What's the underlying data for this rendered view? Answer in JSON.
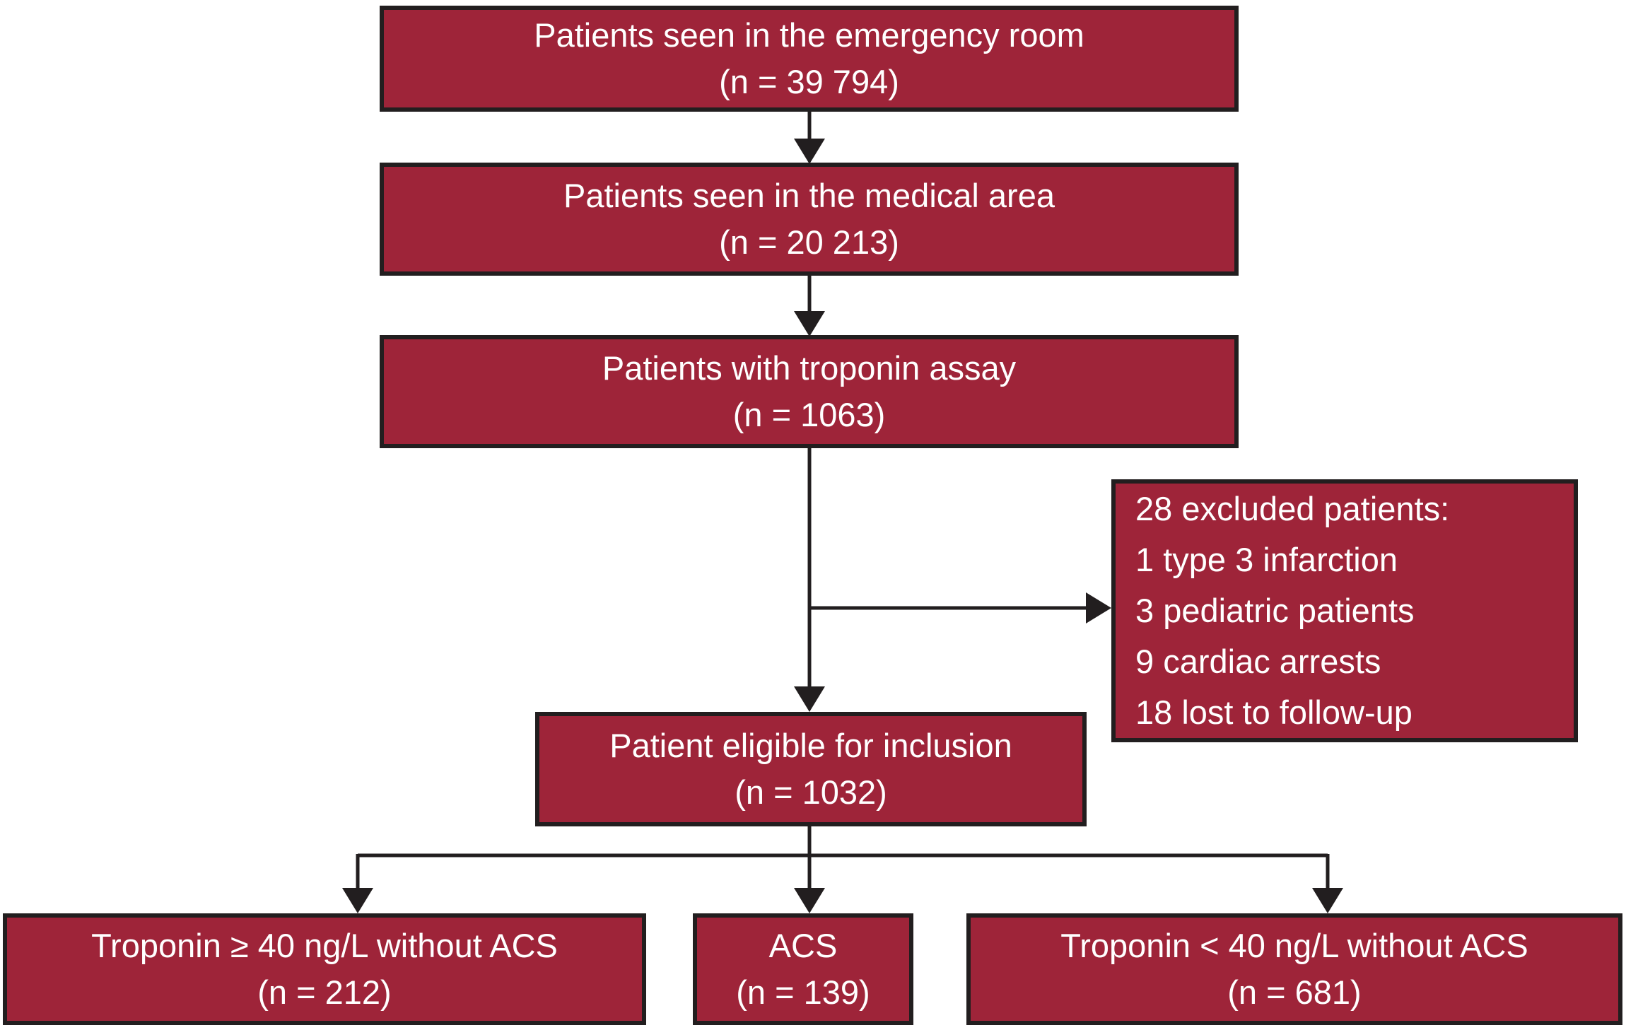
{
  "colors": {
    "box_fill": "#9e2439",
    "box_border": "#221e1f",
    "connector": "#221e1f",
    "text": "#ffffff",
    "background": "#ffffff"
  },
  "flowchart": {
    "boxes": {
      "emergency": {
        "title": "Patients seen in the emergency room",
        "n": "(n = 39 794)"
      },
      "medical": {
        "title": "Patients seen in the medical area",
        "n": "(n = 20 213)"
      },
      "troponin": {
        "title": "Patients with troponin assay",
        "n": "(n = 1063)"
      },
      "excluded": {
        "lines": [
          "28 excluded patients:",
          "1 type 3 infarction",
          "3 pediatric patients",
          "9 cardiac arrests",
          "18 lost to follow-up"
        ]
      },
      "eligible": {
        "title": "Patient eligible for inclusion",
        "n": "(n = 1032)"
      },
      "troponin_high": {
        "title": "Troponin ≥ 40 ng/L without ACS",
        "n": "(n = 212)"
      },
      "acs": {
        "title": "ACS",
        "n": "(n = 139)"
      },
      "troponin_low": {
        "title": "Troponin < 40 ng/L without ACS",
        "n": "(n = 681)"
      }
    },
    "edges": [
      {
        "from": "emergency",
        "to": "medical"
      },
      {
        "from": "medical",
        "to": "troponin"
      },
      {
        "from": "troponin",
        "to": "eligible"
      },
      {
        "from": "troponin",
        "to": "excluded"
      },
      {
        "from": "eligible",
        "to": "troponin_high"
      },
      {
        "from": "eligible",
        "to": "acs"
      },
      {
        "from": "eligible",
        "to": "troponin_low"
      }
    ]
  }
}
